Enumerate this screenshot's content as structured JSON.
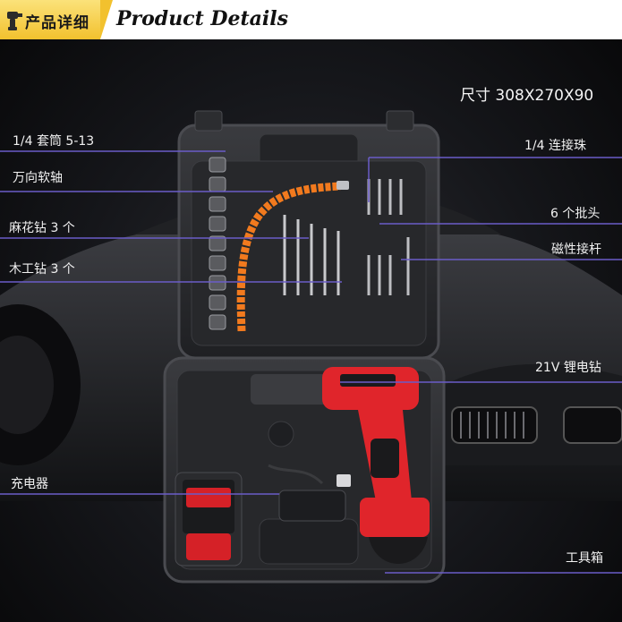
{
  "header": {
    "title_cn": "产品详细",
    "title_en": "Product Details"
  },
  "labels": {
    "size": "尺寸 308X270X90",
    "socket": "1/4 套筒 5-13",
    "flex_shaft": "万向软轴",
    "twist_bits": "麻花钻 3 个",
    "wood_bits": "木工钻 3 个",
    "adapter": "1/4 连接珠",
    "screw_bits": "6 个批头",
    "magnetic_rod": "磁性接杆",
    "drill": "21V 锂电钻",
    "charger": "充电器",
    "toolbox": "工具箱"
  },
  "colors": {
    "accent_yellow": "#f2c12e",
    "line_purple": "#6a5cc8",
    "drill_red": "#e0252b"
  }
}
